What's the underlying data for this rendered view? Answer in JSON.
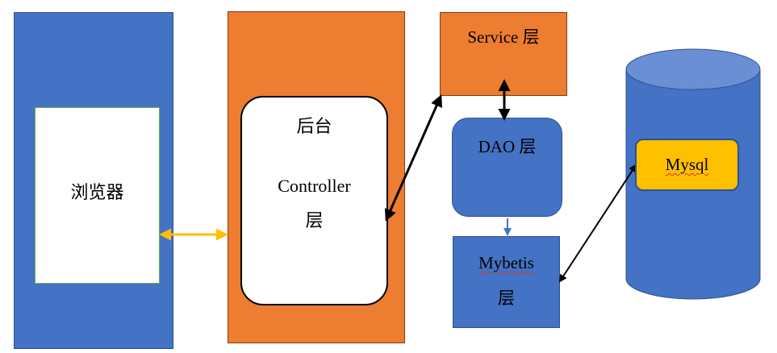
{
  "browser": {
    "label": "浏览器"
  },
  "backend": {
    "title": "后台",
    "controller_label": "Controller",
    "controller_suffix": "层"
  },
  "service": {
    "label": "Service",
    "suffix": "层"
  },
  "dao": {
    "label": "DAO",
    "suffix": "层"
  },
  "mybatis": {
    "label": "Mybetis",
    "suffix": "层"
  },
  "database": {
    "label": "Mysql"
  },
  "colors": {
    "blue": "#4472c4",
    "blue_border": "#2f528f",
    "orange": "#ed7d31",
    "orange_border": "#843c0c",
    "gold": "#ffc000",
    "white": "#ffffff",
    "green_border": "#70ad47",
    "black": "#000000",
    "cylinder_top": "#6b8fd4"
  }
}
